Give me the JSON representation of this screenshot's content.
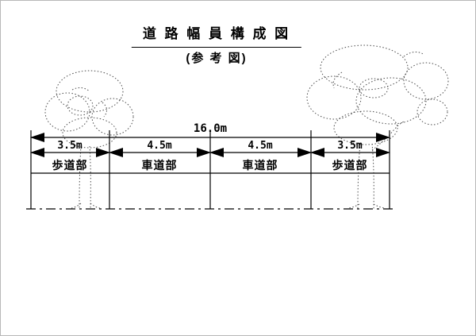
{
  "title": "道 路 幅 員 構 成 図",
  "subtitle": "(参 考 図)",
  "total_width": {
    "dim": "16.0m"
  },
  "segments": [
    {
      "dim": "3.5m",
      "label": "歩道部"
    },
    {
      "dim": "4.5m",
      "label": "車道部"
    },
    {
      "dim": "4.5m",
      "label": "車道部"
    },
    {
      "dim": "3.5m",
      "label": "歩道部"
    }
  ]
}
